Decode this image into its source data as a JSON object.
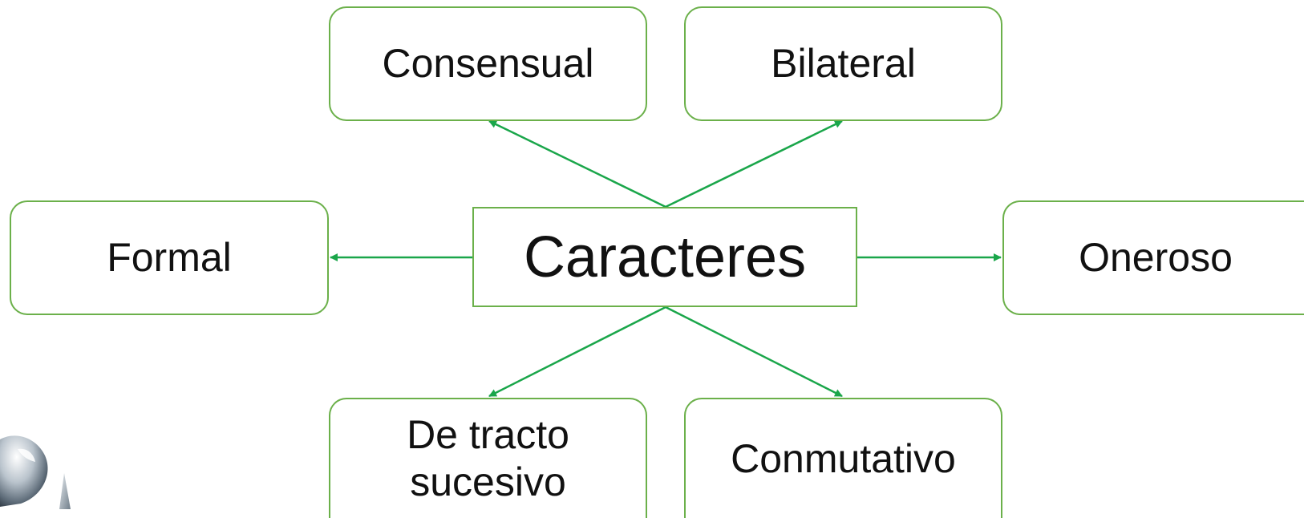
{
  "diagram": {
    "center": "Caracteres",
    "nodes": {
      "consensual": "Consensual",
      "bilateral": "Bilateral",
      "formal": "Formal",
      "oneroso": "Oneroso",
      "tracto_line1": "De tracto",
      "tracto_line2": "sucesivo",
      "conmutativo": "Conmutativo"
    },
    "colors": {
      "border": "#6bb04a",
      "arrow": "#1aa64a",
      "text": "#111111"
    }
  },
  "decor": {
    "logo_icon": "partial-logo-icon"
  }
}
